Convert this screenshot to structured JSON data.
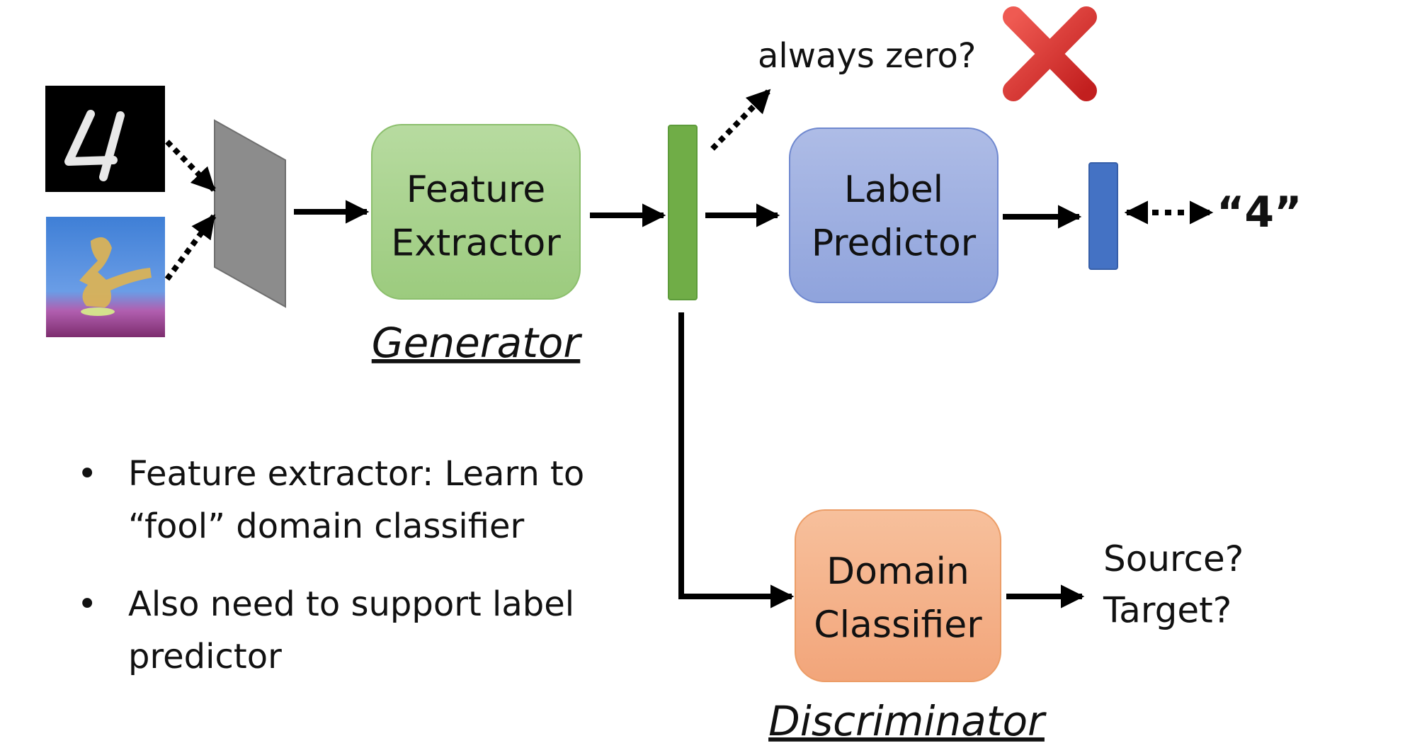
{
  "nodes": {
    "feature_extractor": "Feature\nExtractor",
    "label_predictor": "Label\nPredictor",
    "domain_classifier": "Domain\nClassifier"
  },
  "captions": {
    "generator": "Generator",
    "discriminator": "Discriminator"
  },
  "annotations": {
    "always_zero": "always zero?",
    "output_label": "“4”",
    "domain_output": "Source?\nTarget?"
  },
  "bullets": [
    "Feature extractor: Learn to “fool” domain classifier",
    "Also need to support label predictor"
  ],
  "icons": {
    "inputs": [
      "mnist-digit-image-icon",
      "colored-digit-image-icon"
    ],
    "reject": "red-x-icon"
  },
  "colors": {
    "feature_extractor_fill": "#a9d18e",
    "label_predictor_fill": "#a0b0e0",
    "domain_classifier_fill": "#f4b183",
    "feature_bar": "#70ad47",
    "label_bar": "#4472c4",
    "reject_red": "#d9302c"
  }
}
